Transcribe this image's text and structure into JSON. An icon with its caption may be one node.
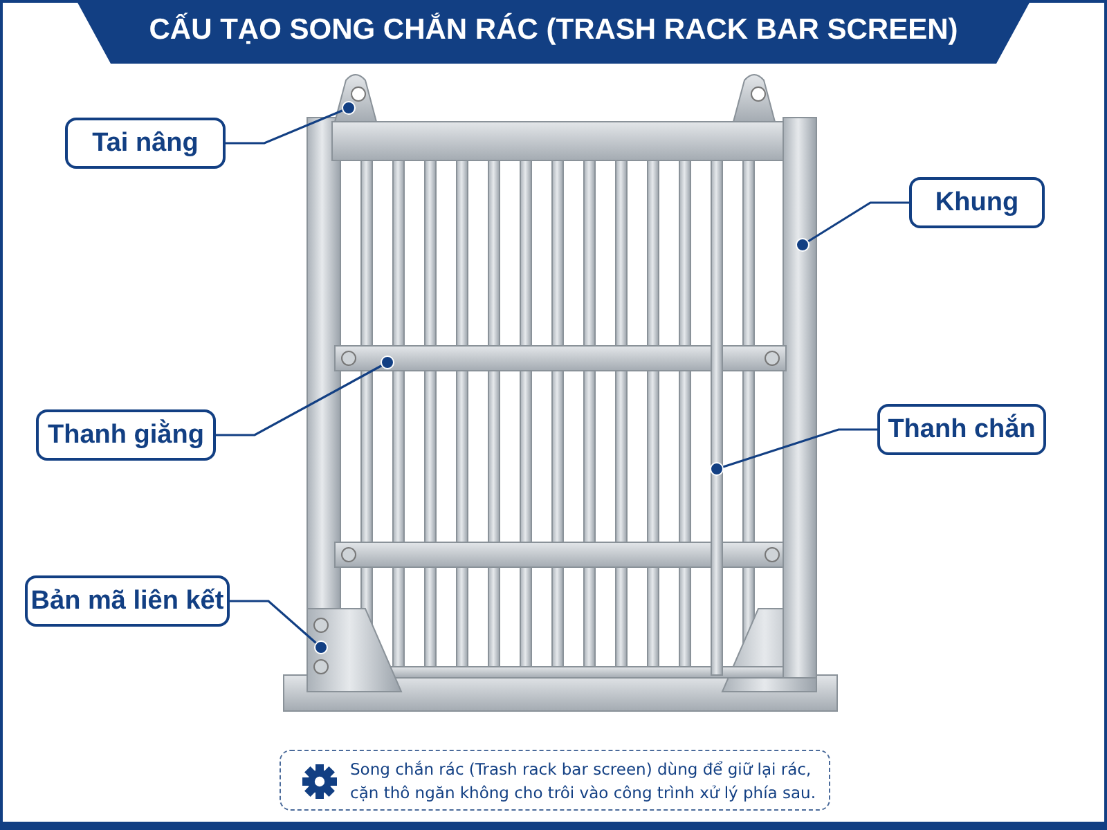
{
  "diagram": {
    "title": "CẤU TẠO SONG CHẮN RÁC (TRASH RACK BAR SCREEN)",
    "nodes": [
      {
        "text": [
          "Tai nâng"
        ]
      },
      {
        "text": [
          "Khung"
        ]
      },
      {
        "text": [
          "Thanh giằng"
        ]
      },
      {
        "text": [
          "Thanh chắn"
        ]
      },
      {
        "text": [
          "Bản mã liên kết"
        ]
      },
      {
        "text": [],
        "shape": "picture"
      },
      {
        "text": [],
        "shape": "picture"
      },
      {
        "text": [],
        "shape": "picture"
      },
      {
        "text": [],
        "shape": "picture"
      },
      {
        "text": [],
        "shape": "picture"
      },
      {
        "text": [
          "Song chắn rác (Trash rack bar screen) dùng để giữ lại rác, cặn thô ngăn không cho trôi vào công trình xử lý phía sau."
        ]
      }
    ],
    "edges": [
      {
        "from": 0,
        "to": 5,
        "arrow": "other"
      },
      {
        "from": 1,
        "to": 6,
        "arrow": "other"
      },
      {
        "from": 2,
        "to": 7,
        "arrow": "other"
      },
      {
        "from": 3,
        "to": 8,
        "arrow": "other"
      },
      {
        "from": 4,
        "to": 9,
        "arrow": "other"
      }
    ]
  }
}
